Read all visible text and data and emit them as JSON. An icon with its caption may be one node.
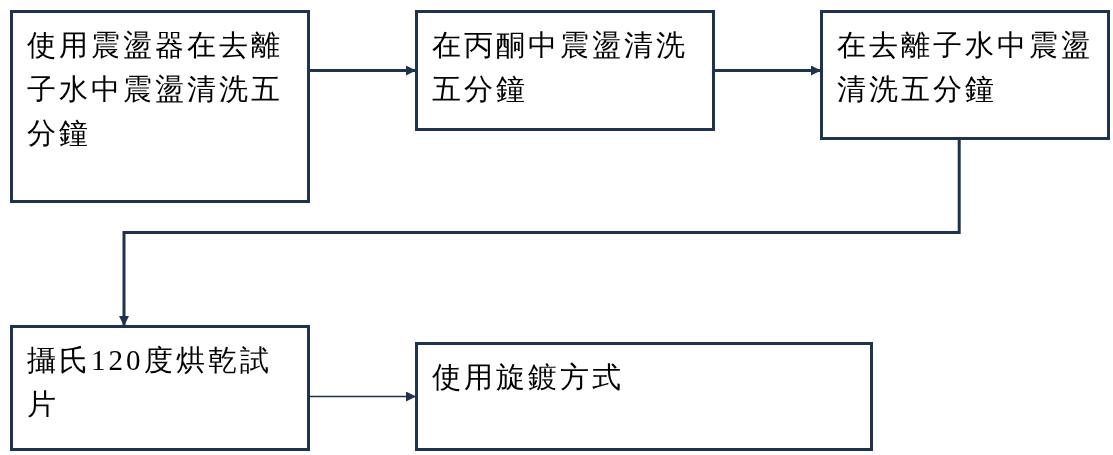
{
  "diagram": {
    "nodes": [
      {
        "text": [
          "使用震盪器在去離子水中震盪清洗五分鐘"
        ]
      },
      {
        "text": [
          "在丙酮中震盪清洗五分鐘"
        ]
      },
      {
        "text": [
          "在去離子水中震盪清洗五分鐘"
        ]
      },
      {
        "text": [
          "攝氏120度烘乾試片"
        ]
      },
      {
        "text": [
          "使用旋鍍方式"
        ]
      }
    ],
    "edges": [
      {
        "from": 0,
        "to": 1,
        "arrow": "to"
      },
      {
        "from": 1,
        "to": 2,
        "arrow": "to"
      },
      {
        "from": 2,
        "to": 3,
        "arrow": "to"
      },
      {
        "from": 3,
        "to": 4,
        "arrow": "to"
      }
    ]
  }
}
